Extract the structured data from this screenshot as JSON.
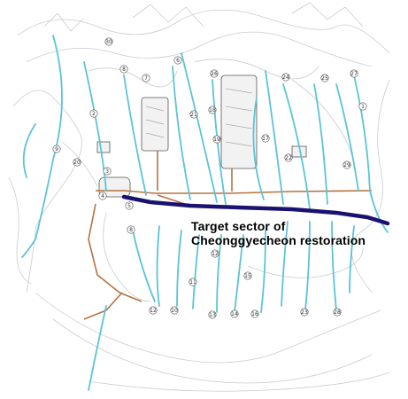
{
  "caption": {
    "line1": "Target sector of",
    "line2": "Cheonggyecheon restoration"
  },
  "markers": [
    "30",
    "6",
    "8",
    "7",
    "26",
    "24",
    "25",
    "27",
    "1",
    "2",
    "3",
    "21",
    "18",
    "19",
    "17",
    "22",
    "9",
    "5",
    "4",
    "20",
    "8",
    "12",
    "11",
    "10",
    "15",
    "16",
    "14",
    "13",
    "12",
    "23",
    "28",
    "29"
  ],
  "colors": {
    "stream": "#5bc4d6",
    "target_stream": "#1a1270",
    "road": "#b5733f",
    "terrain": "#c8cccd"
  }
}
